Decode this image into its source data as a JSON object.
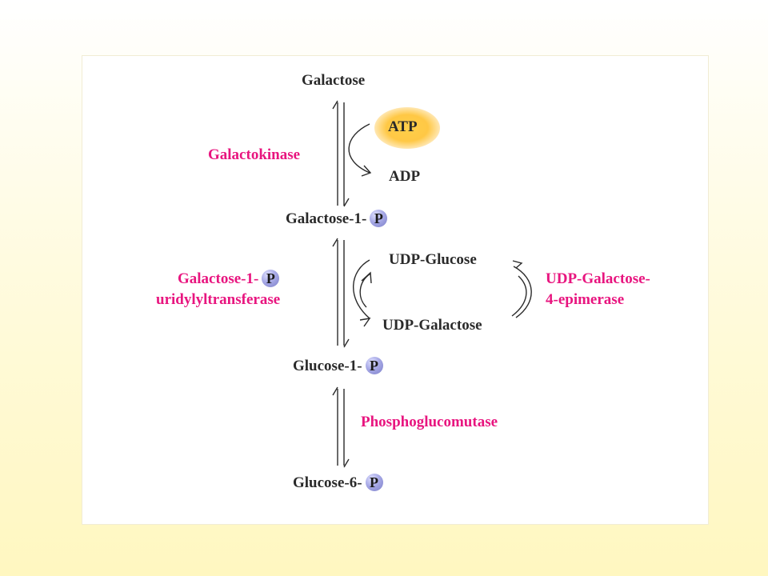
{
  "compounds": {
    "galactose": "Galactose",
    "atp": "ATP",
    "adp": "ADP",
    "galactose_1_p": "Galactose-1-",
    "udp_glucose": "UDP-Glucose",
    "udp_galactose": "UDP-Galactose",
    "glucose_1_p": "Glucose-1-",
    "glucose_6_p": "Glucose-6-"
  },
  "enzymes": {
    "galactokinase": "Galactokinase",
    "uridylyltransferase_line1": "Galactose-1-",
    "uridylyltransferase_line2": "uridylyltransferase",
    "epimerase_line1": "UDP-Galactose-",
    "epimerase_line2": "4-epimerase",
    "phosphoglucomutase": "Phosphoglucomutase"
  },
  "phosphate_symbol": "P",
  "colors": {
    "enzyme": "#e8157f",
    "compound": "#2a2a2a",
    "atp_highlight": "#ffc845",
    "phosphate_badge": "#a7a9e6"
  }
}
